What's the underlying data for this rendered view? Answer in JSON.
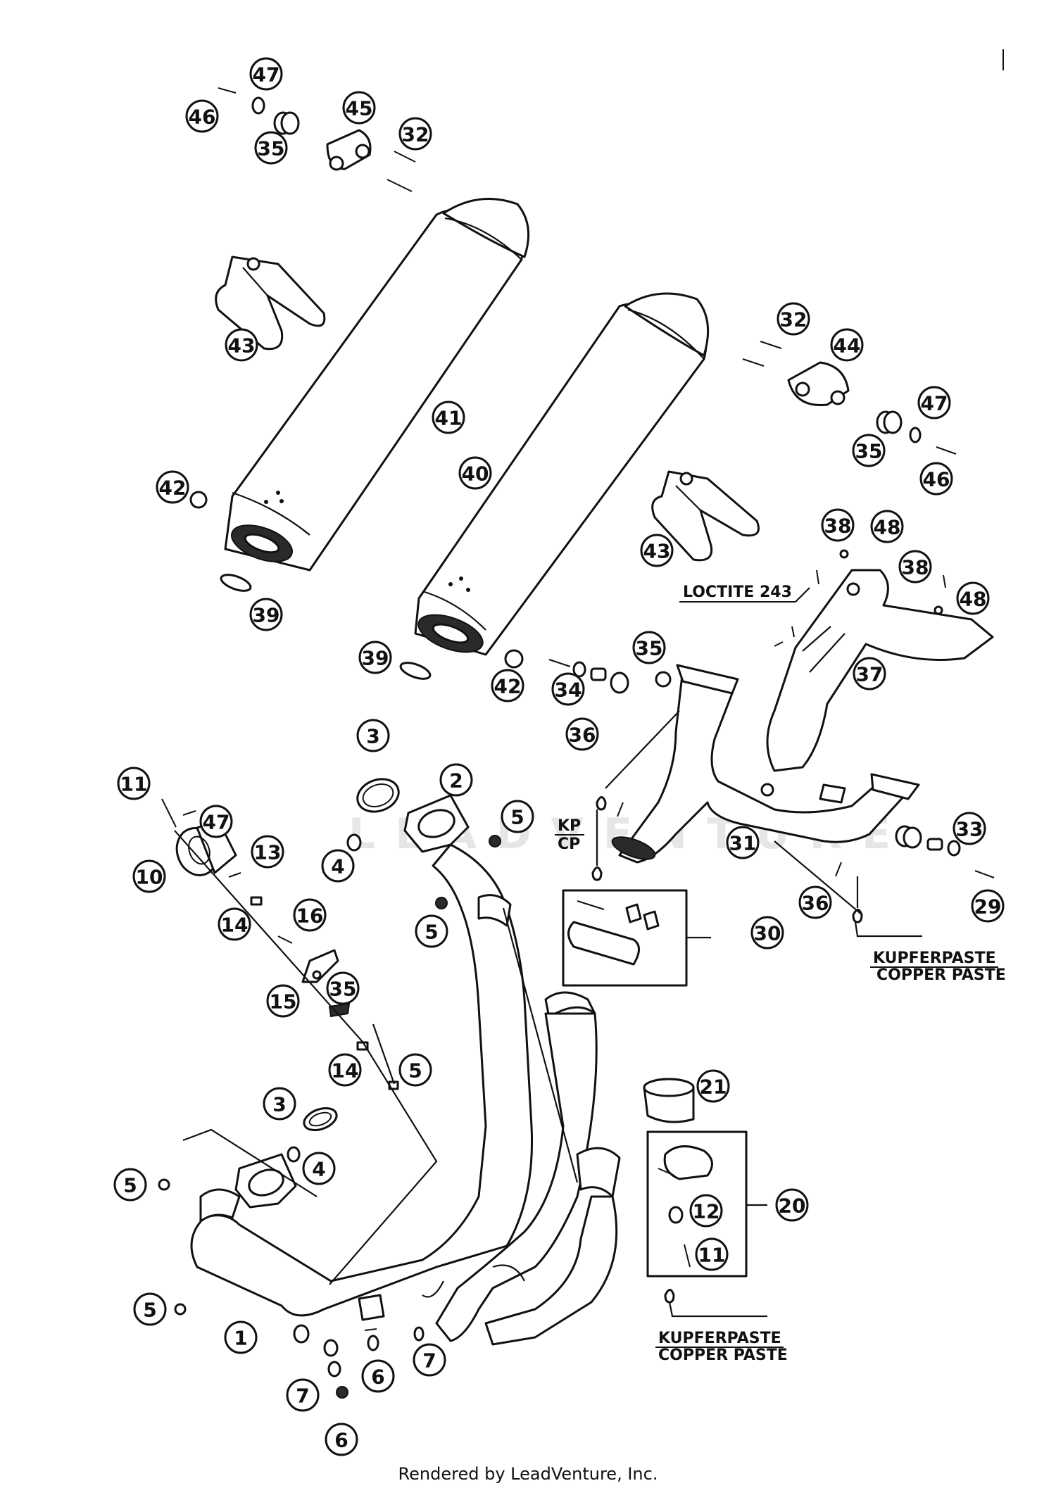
{
  "callouts": [
    {
      "label": "1"
    },
    {
      "label": "2"
    },
    {
      "label": "3"
    },
    {
      "label": "3"
    },
    {
      "label": "4"
    },
    {
      "label": "4"
    },
    {
      "label": "5"
    },
    {
      "label": "5"
    },
    {
      "label": "5"
    },
    {
      "label": "5"
    },
    {
      "label": "5"
    },
    {
      "label": "6"
    },
    {
      "label": "6"
    },
    {
      "label": "7"
    },
    {
      "label": "7"
    },
    {
      "label": "10"
    },
    {
      "label": "11"
    },
    {
      "label": "11"
    },
    {
      "label": "12"
    },
    {
      "label": "13"
    },
    {
      "label": "14"
    },
    {
      "label": "14"
    },
    {
      "label": "15"
    },
    {
      "label": "16"
    },
    {
      "label": "20"
    },
    {
      "label": "21"
    },
    {
      "label": "29"
    },
    {
      "label": "30"
    },
    {
      "label": "31"
    },
    {
      "label": "32"
    },
    {
      "label": "32"
    },
    {
      "label": "33"
    },
    {
      "label": "34"
    },
    {
      "label": "35"
    },
    {
      "label": "35"
    },
    {
      "label": "35"
    },
    {
      "label": "35"
    },
    {
      "label": "36"
    },
    {
      "label": "36"
    },
    {
      "label": "37"
    },
    {
      "label": "38"
    },
    {
      "label": "38"
    },
    {
      "label": "39"
    },
    {
      "label": "39"
    },
    {
      "label": "40"
    },
    {
      "label": "41"
    },
    {
      "label": "42"
    },
    {
      "label": "42"
    },
    {
      "label": "43"
    },
    {
      "label": "43"
    },
    {
      "label": "44"
    },
    {
      "label": "45"
    },
    {
      "label": "46"
    },
    {
      "label": "46"
    },
    {
      "label": "47"
    },
    {
      "label": "47"
    },
    {
      "label": "47"
    },
    {
      "label": "48"
    },
    {
      "label": "48"
    }
  ],
  "notes": {
    "loctite": "LOCTITE 243",
    "kp": "KP",
    "cp": "CP",
    "kupferpaste_1": "KUPFERPASTE",
    "copper_paste_1": "COPPER PASTE",
    "kupferpaste_2": "KUPFERPASTE",
    "copper_paste_2": "COPPER PASTE"
  },
  "watermark": "LEADVENTURE",
  "footer": "Rendered by LeadVenture, Inc."
}
